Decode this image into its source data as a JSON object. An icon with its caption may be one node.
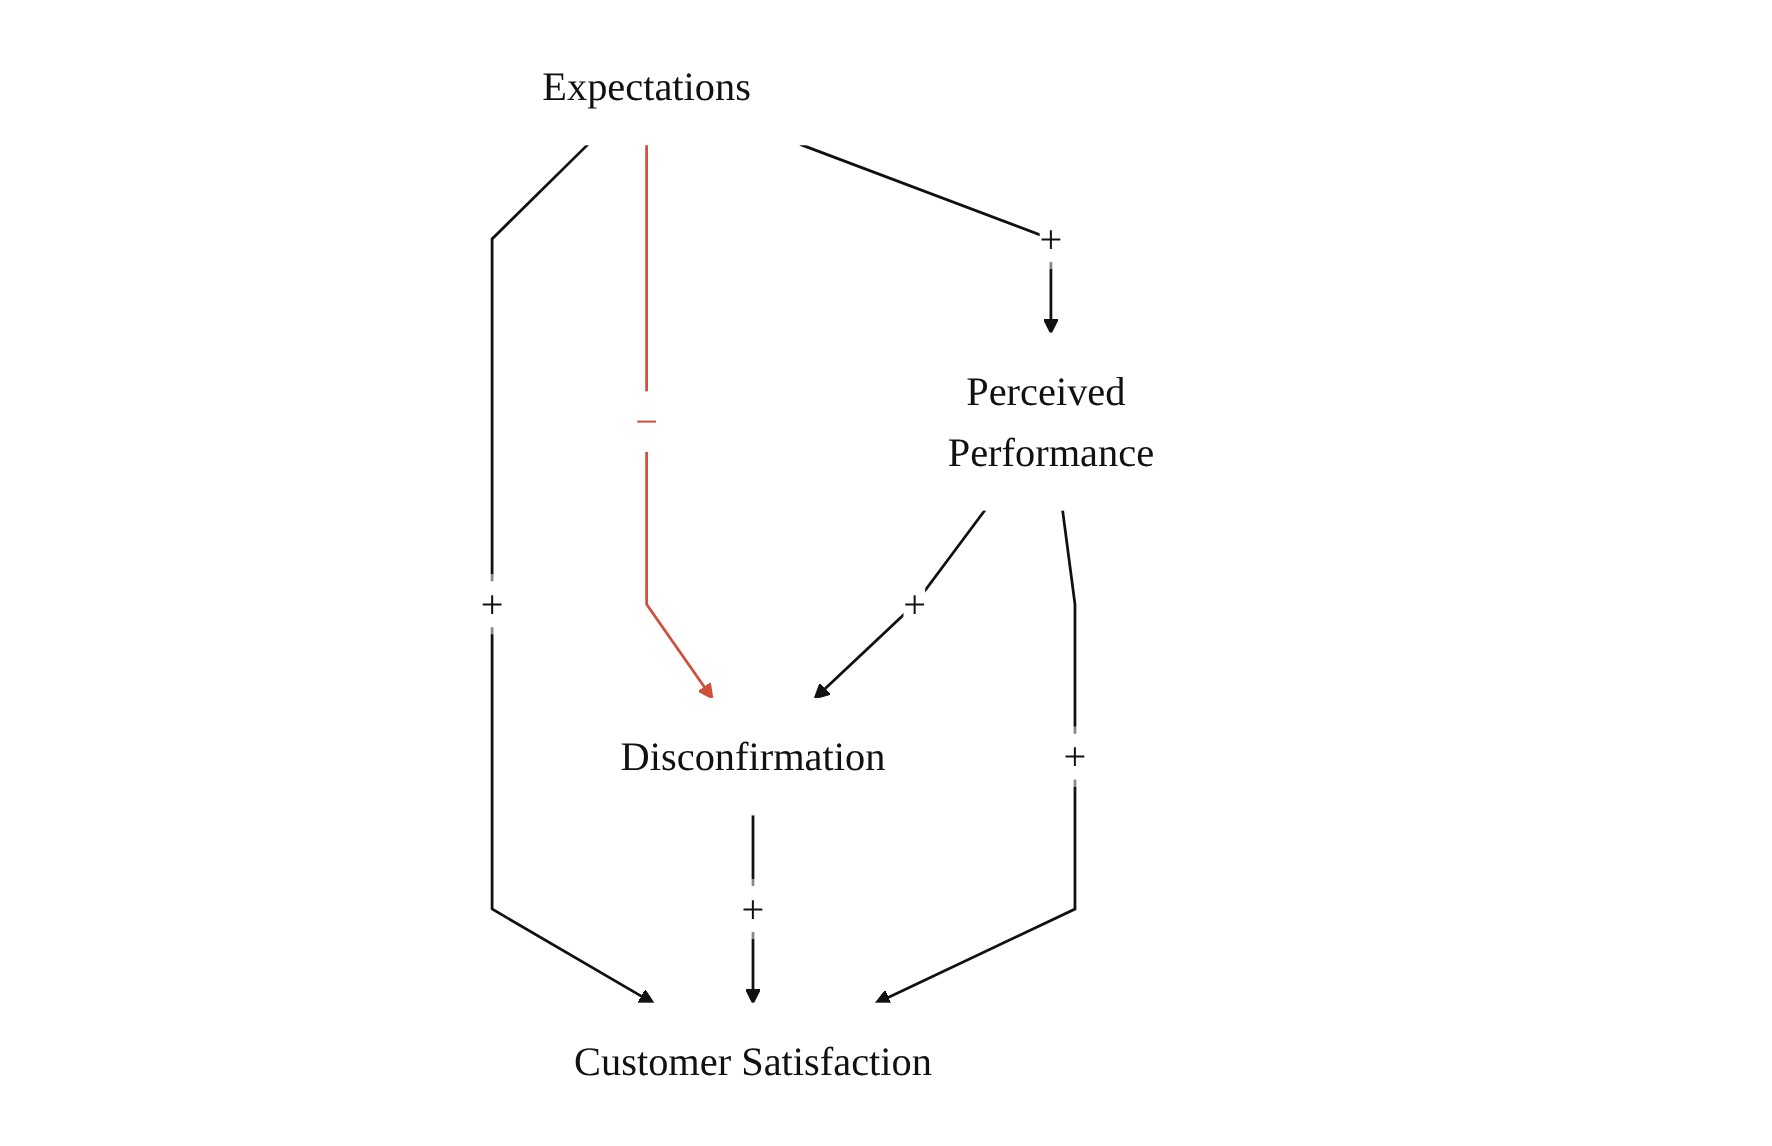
{
  "diagram": {
    "nodes": [
      {
        "text": [
          "Expectations"
        ]
      },
      {
        "text": [
          "Perceived Performance"
        ]
      },
      {
        "text": [
          "Disconfirmation"
        ]
      },
      {
        "text": [
          "Customer Satisfaction"
        ]
      }
    ],
    "edges": [
      {
        "from": 0,
        "to": 1,
        "arrow": "to",
        "label": "+"
      },
      {
        "from": 0,
        "to": 2,
        "arrow": "to",
        "label": "−",
        "color": "#d0503c"
      },
      {
        "from": 1,
        "to": 2,
        "arrow": "to",
        "label": "+"
      },
      {
        "from": 0,
        "to": 3,
        "arrow": "to",
        "label": "+"
      },
      {
        "from": 2,
        "to": 3,
        "arrow": "to",
        "label": "+"
      },
      {
        "from": 1,
        "to": 3,
        "arrow": "to",
        "label": "+"
      }
    ]
  }
}
